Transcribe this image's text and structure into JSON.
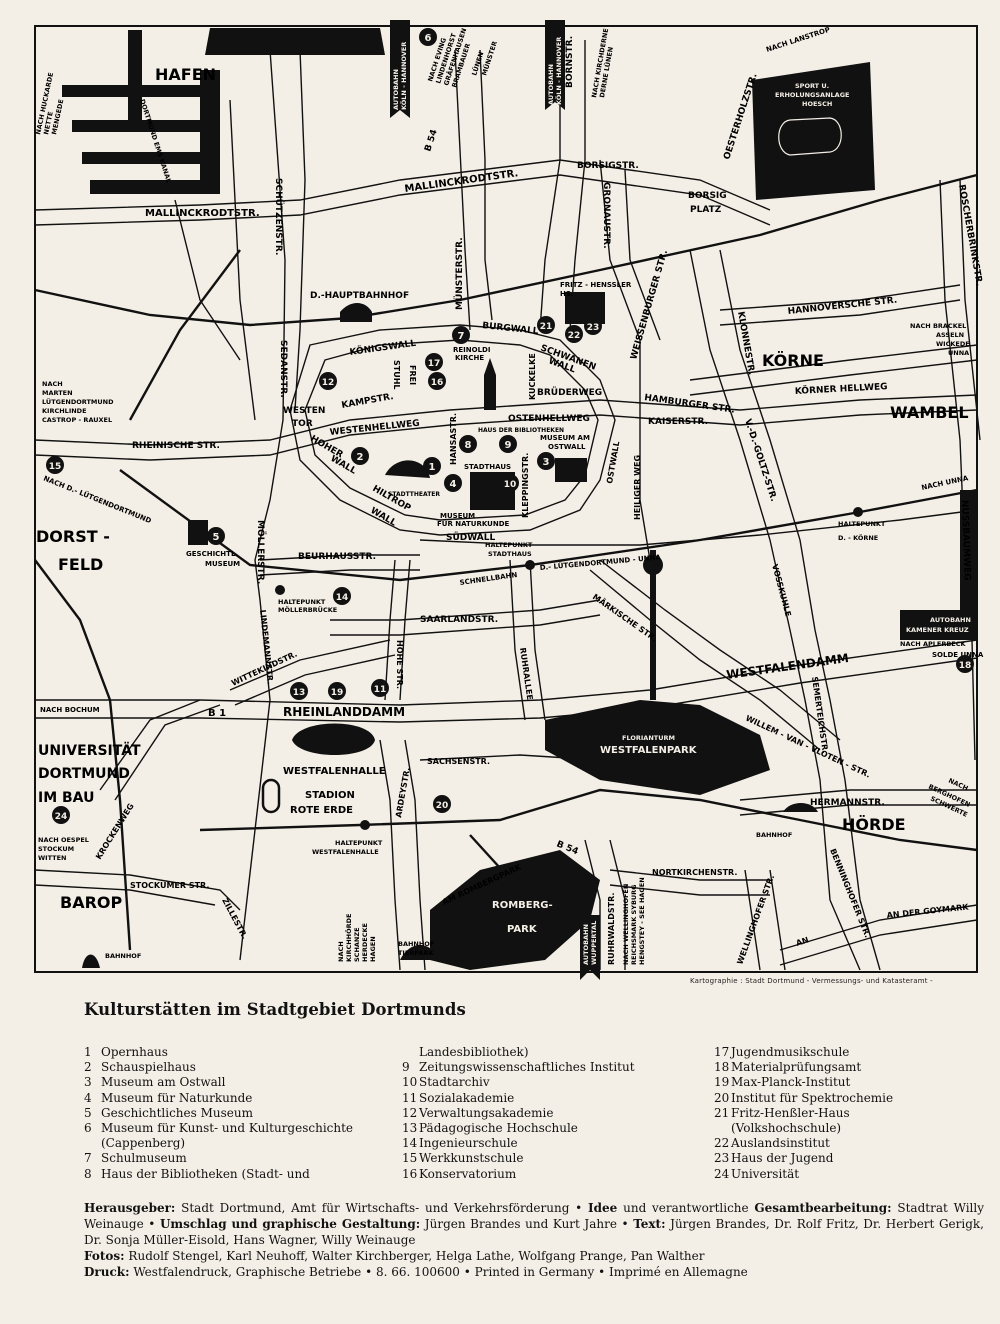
{
  "map": {
    "credit": "Kartographie : Stadt Dortmund - Vermessungs- und Katasteramt -",
    "districts": {
      "hafen": "HAFEN",
      "korne": "KÖRNE",
      "wambel": "WAMBEL",
      "dorstfeld_1": "DORST -",
      "dorstfeld_2": "FELD",
      "uni_1": "UNIVERSITÄT",
      "uni_2": "DORTMUND",
      "uni_3": "IM BAU",
      "barop": "BAROP",
      "horde": "HÖRDE"
    },
    "streets": {
      "mallinckrodtstr_w": "MALLINCKRODTSTR.",
      "mallinckrodtstr_n": "MALLINCKRODTSTR.",
      "borsigstr": "BORSIGSTR.",
      "borsigplatz_1": "BORSIG",
      "borsigplatz_2": "PLATZ",
      "schuetzenstr": "SCHÜTZENSTR.",
      "muensterstr": "MÜNSTERSTR.",
      "b54_north": "B 54",
      "bornstr": "BORNSTR.",
      "gronaustr": "GRONAUSTR.",
      "oesterholzstr": "OESTERHOLZSTR.",
      "nach_lanstrop": "NACH LANSTROP",
      "roscherbrinkstr": "ROSCHERBRINKSTR.",
      "weissenburger": "WEISSENBURGER STR.",
      "hannoversche": "HANNOVERSCHE STR.",
      "koenigswall": "KÖNIGSWALL",
      "burgwall": "BURGWALL",
      "schwanenwall_1": "SCHWANEN",
      "schwanenwall_2": "WALL",
      "kuckelke": "KUCKELKE",
      "sedanstr": "SEDANSTR.",
      "frei": "FREI",
      "stuhl": "STUHL",
      "kampstr": "KAMPSTR.",
      "westentor_1": "WESTEN",
      "westentor_2": "TOR",
      "westenhellweg": "WESTENHELLWEG",
      "ostenhellweg": "OSTENHELLWEG",
      "bruederweg": "BRÜDERWEG",
      "hamburger": "HAMBURGER STR.",
      "kaiserstr": "KAISERSTR.",
      "klonnestr": "KLONNESTR.",
      "koerner_hellweg": "KÖRNER HELLWEG",
      "rheinische": "RHEINISCHE STR.",
      "hoherwall_1": "HOHER",
      "hoherwall_2": "WALL",
      "hiltropwall_1": "HILTROP",
      "hiltropwall_2": "WALL",
      "hansastr": "HANSASTR.",
      "kleppingstr": "KLEPPINGSTR.",
      "ostwall": "OSTWALL",
      "heiliger_weg": "HEILIGER WEG",
      "vdgoltz": "V.-D.-GOLTZ-STR.",
      "nach_unna": "NACH UNNA",
      "nussbaumweg": "NUSSBAUMWEG",
      "suedwall": "SÜDWALL",
      "moellerstr": "MÖLLERSTR.",
      "beurhausstr": "BEURHAUSSTR.",
      "schnellbahn": "SCHNELLBAHN",
      "lueto_unna": "D.- LÜTGENDORTMUND - UNNA",
      "lueto_west": "NACH D.- LÜTGENDORTMUND",
      "saarlandstr": "SAARLANDSTR.",
      "maerkische": "MÄRKISCHE STR.",
      "vosskuhle": "VOSSKUHLE",
      "lindemannstr": "LINDEMANNSTR.",
      "hohestr": "HOHE STR.",
      "wittekindstr": "WITTEKINDSTR.",
      "ruhrallee": "RUHRALLEE",
      "westfalendamm": "WESTFALENDAMM",
      "semerteichstr": "SEMERTEICHSTR.",
      "rheinlanddamm": "RHEINLANDDAMM",
      "b1": "B 1",
      "nach_bochum": "NACH BOCHUM",
      "sachsenstr": "SACHSENSTR.",
      "willemvanvloten": "WILLEM - VAN - VLOTEN - STR.",
      "ardeystr": "ARDEYSTR.",
      "krockenweg": "KROCKENWEG",
      "hermannstr": "HERMANNSTR.",
      "stockumer": "STOCKUMER STR.",
      "zillestr": "ZILLESTR.",
      "b54_south": "B 54",
      "am_rombergpark": "AM ROMBERGPARK",
      "ruhrwaldstr": "RUHRWALDSTR.",
      "nortkirchenstr": "NORTKIRCHENSTR.",
      "wellinghofer": "WELLINGHOFER STR.",
      "benninghofer": "BENNINGHOFER STR.",
      "goymark": "AN DER GOYMARK",
      "ansr": "AN",
      "hoeschst": "SOLDE UNNA"
    },
    "places": {
      "d_hauptbahnhof": "D.-HAUPTBAHNHOF",
      "fritz_henssler_1": "FRITZ - HENSSLER",
      "fritz_henssler_2": "HS.",
      "reinoldikirche_1": "REINOLDI",
      "reinoldikirche_2": "KIRCHE",
      "haus_bibliotheken": "HAUS DER BIBLIOTHEKEN",
      "museum_ostwall_1": "MUSEUM AM",
      "museum_ostwall_2": "OSTWALL",
      "stadthaus": "STADTHAUS",
      "stadttheater": "STADTTHEATER",
      "museum_naturkunde_1": "MUSEUM",
      "museum_naturkunde_2": "FÜR NATURKUNDE",
      "geschichtl_1": "GESCHICHTL.",
      "geschichtl_2": "MUSEUM",
      "hp_stadthaus_1": "HALTEPUNKT",
      "hp_stadthaus_2": "STADTHAUS",
      "hp_korne_1": "HALTEPUNKT",
      "hp_korne_2": "D. - KÖRNE",
      "hp_moellerbruecke_1": "HALTEPUNKT",
      "hp_moellerbruecke_2": "MÖLLERBRÜCKE",
      "florianturm": "FLORIANTURM",
      "westfalenpark": "WESTFALENPARK",
      "westfalenhalle": "WESTFALENHALLE",
      "stadion_1": "STADION",
      "stadion_2": "ROTE ERDE",
      "hp_westfalenhalle_1": "HALTEPUNKT",
      "hp_westfalenhalle_2": "WESTFALENHALLE",
      "bahnhof_horde": "BAHNHOF",
      "rombergpark_1": "ROMBERG-",
      "rombergpark_2": "PARK",
      "bahnhof_tierpark_1": "BAHNHOF",
      "bahnhof_tierpark_2": "TIERPARK",
      "bahnhof_barop": "BAHNHOF",
      "sport_1": "SPORT U.",
      "sport_2": "ERHOLUNGSANLAGE",
      "sport_3": "HOESCH"
    },
    "directions": {
      "nach_huckarde": [
        "NACH HUCKARDE",
        "NETTE",
        "MENGEDE"
      ],
      "nach_marten": [
        "NACH",
        "MARTEN",
        "LÜTGENDORTMUND",
        "KIRCHLINDE",
        "CASTROP - RAUXEL"
      ],
      "nach_brackel": [
        "NACH BRACKEL",
        "ASSELN",
        "WICKEDE",
        "UNNA"
      ],
      "nach_oespel": [
        "NACH OESPEL",
        "STOCKUM",
        "WITTEN"
      ],
      "nach_berghofen": [
        "NACH",
        "BERGHOFEN",
        "SCHWERTE"
      ],
      "autobahn_kamen": [
        "AUTOBAHN",
        "KAMENER KREUZ"
      ],
      "nach_aplerbeck": "NACH APLERBECK",
      "autobahn_koeln_hannover": [
        "AUTOBAHN",
        "KÖLN - HANNOVER"
      ],
      "autobahn_koeln_hannover_2": [
        "AUTOBAHN",
        "KÖLN - HANNOVER"
      ],
      "nach_evinc": [
        "NACH EVING",
        "LINDENHORST",
        "GRÄFENHAUSEN",
        "BRAMBAUER",
        "LÜNEN",
        "MÜNSTER"
      ],
      "nach_kirchderne": [
        "NACH KIRCHDERNE",
        "DERNE LÜNEN"
      ],
      "nach_kirchhoerde": [
        "NACH",
        "KIRCHHÖRDE",
        "SCHANZE",
        "HERDECKE",
        "HAGEN"
      ],
      "autobahn_wuppertal": [
        "AUTOBAHN",
        "WUPPERTAL"
      ],
      "nach_wellinghofen": [
        "NACH WELLINGHOFEN",
        "REICHSMARK SYBURG",
        "HENGSTEY - SEE HAGEN"
      ],
      "dortmund_ems_kanal": "DORTMUND EMS KANAL"
    },
    "markers": [
      "1",
      "2",
      "3",
      "4",
      "5",
      "6",
      "7",
      "8",
      "9",
      "10",
      "11",
      "12",
      "13",
      "14",
      "15",
      "16",
      "17",
      "18",
      "19",
      "20",
      "21",
      "22",
      "23",
      "24"
    ]
  },
  "legend": {
    "title": "Kulturstätten im Stadtgebiet Dortmunds",
    "col1": [
      {
        "n": "1",
        "t": "Opernhaus"
      },
      {
        "n": "2",
        "t": "Schauspielhaus"
      },
      {
        "n": "3",
        "t": "Museum am Ostwall"
      },
      {
        "n": "4",
        "t": "Museum für Naturkunde"
      },
      {
        "n": "5",
        "t": "Geschichtliches Museum"
      },
      {
        "n": "6",
        "t": "Museum für Kunst- und Kulturgeschichte"
      },
      {
        "n": "",
        "t": "(Cappenberg)"
      },
      {
        "n": "7",
        "t": "Schulmuseum"
      },
      {
        "n": "8",
        "t": "Haus der Bibliotheken (Stadt- und"
      }
    ],
    "col2": [
      {
        "n": "",
        "t": "Landesbibliothek)"
      },
      {
        "n": "9",
        "t": "Zeitungswissenschaftliches Institut"
      },
      {
        "n": "10",
        "t": "Stadtarchiv"
      },
      {
        "n": "11",
        "t": "Sozialakademie"
      },
      {
        "n": "12",
        "t": "Verwaltungsakademie"
      },
      {
        "n": "13",
        "t": "Pädagogische Hochschule"
      },
      {
        "n": "14",
        "t": "Ingenieurschule"
      },
      {
        "n": "15",
        "t": "Werkkunstschule"
      },
      {
        "n": "16",
        "t": "Konservatorium"
      }
    ],
    "col3": [
      {
        "n": "17",
        "t": "Jugendmusikschule"
      },
      {
        "n": "18",
        "t": "Materialprüfungsamt"
      },
      {
        "n": "19",
        "t": "Max-Planck-Institut"
      },
      {
        "n": "20",
        "t": "Institut für Spektrochemie"
      },
      {
        "n": "21",
        "t": "Fritz-Henßler-Haus"
      },
      {
        "n": "",
        "t": "(Volkshochschule)"
      },
      {
        "n": "22",
        "t": "Auslandsinstitut"
      },
      {
        "n": "23",
        "t": "Haus der Jugend"
      },
      {
        "n": "24",
        "t": "Universität"
      }
    ]
  },
  "imprint": {
    "l1_k1": "Herausgeber:",
    "l1_v1": " Stadt Dortmund, Amt für Wirtschafts- und Verkehrsförderung • ",
    "l1_k2": "Idee",
    "l1_v2": " und verantwortliche ",
    "l1_k3": "Gesamtbearbeitung:",
    "l1_v3": " Stadtrat Willy Weinauge • ",
    "l1_k4": "Umschlag und graphische Gestaltung:",
    "l1_v4": " Jürgen Brandes und Kurt Jahre • ",
    "l1_k5": "Text:",
    "l1_v5": " Jürgen Brandes, Dr. Rolf Fritz, Dr. Herbert Gerigk, Dr. Sonja Müller-Eisold, Hans Wagner, Willy Weinauge",
    "l2_k": "Fotos:",
    "l2_v": " Rudolf Stengel, Karl Neuhoff, Walter Kirchberger, Helga Lathe, Wolfgang Prange, Pan Walther",
    "l3_k": "Druck:",
    "l3_v": " Westfalendruck, Graphische Betriebe • 8. 66. 100600 • Printed in Germany • Imprimé en Allemagne"
  }
}
